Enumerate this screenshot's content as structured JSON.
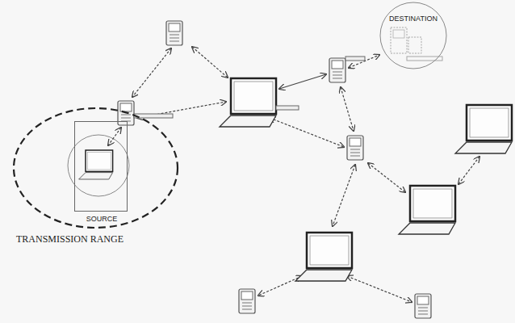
{
  "diagram": {
    "nodes": [
      {
        "text": [
          "TRANSMISSION RANGE"
        ]
      },
      {
        "text": [
          "SOURCE"
        ],
        "in": 0
      },
      {
        "text": [
          "DESTINATION"
        ]
      }
    ]
  }
}
